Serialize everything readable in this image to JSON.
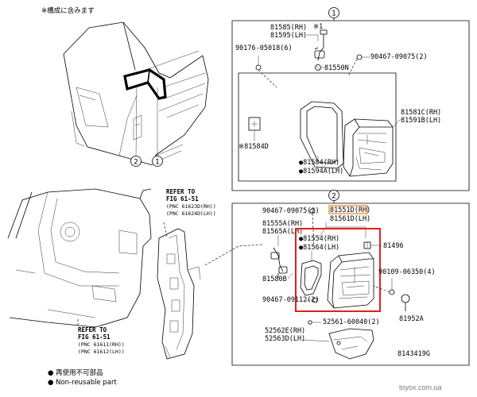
{
  "note_top": "※構成に含みます",
  "callouts": {
    "one": "1",
    "two": "2"
  },
  "group1": {
    "num": "1",
    "p81585": "81585(RH)",
    "p81595": "81595(LH)",
    "star1": "※1",
    "p90176": "90176-05018(6)",
    "p90467a": "90467-09075(2)",
    "p81550n": "81550N",
    "p81581c": "81581C(RH)",
    "p81591b": "81591B(LH)",
    "p81584d": "※81584D",
    "p81584": "●81584(RH)",
    "p81594a": "●81594A(LH)"
  },
  "group2": {
    "num": "2",
    "p90467b": "90467-09075(2)",
    "p81551d": "81551D(RH)",
    "p81561d": "81561D(LH)",
    "p81555a": "81555A(RH)",
    "p81565a": "81565A(LH)",
    "p81554": "●81554(RH)",
    "p81564": "●81564(LH)",
    "p81496": "81496",
    "p81580b": "81580B",
    "p90109": "90109-06350(4)",
    "p90467c": "90467-09112(2)",
    "p81952a": "81952A",
    "p52562e": "52562E(RH)",
    "p52563d": "52563D(LH)",
    "p52561": "52561-60040(2)"
  },
  "ref1": {
    "line1": "REFER TO",
    "line2": "FIG 61-51",
    "line3": "(PNC 61623D(RH))",
    "line4": "(PNC 61624D(LH))"
  },
  "ref2": {
    "line1": "REFER TO",
    "line2": "FIG 61-51",
    "line3": "(PNC 61611(RH))",
    "line4": "(PNC 61612(LH))"
  },
  "figure_id": "8143419G",
  "legend": {
    "jp": "● 再使用不可部品",
    "en": "● Non-reusable part"
  },
  "watermark": "toyox.com.ua",
  "colors": {
    "highlight_box": "#e0201e",
    "highlight_label": "#e8821a"
  }
}
